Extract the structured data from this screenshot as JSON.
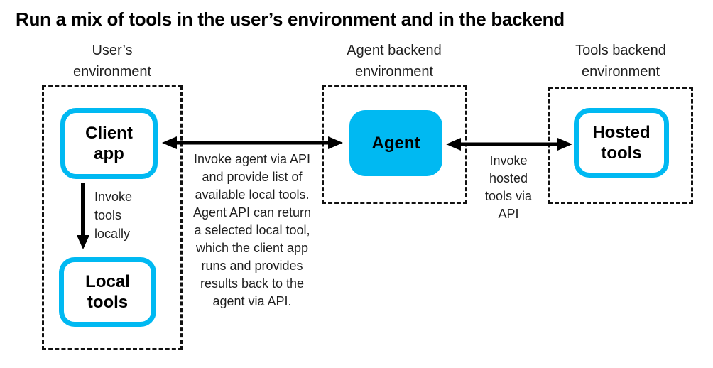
{
  "title": "Run a mix of tools in the user’s environment and in the backend",
  "colors": {
    "accent_cyan": "#00b9f2",
    "arrow_black": "#000000",
    "text": "#1f1f1f"
  },
  "environments": {
    "user": {
      "label": "User’s environment"
    },
    "agent": {
      "label": "Agent backend environment"
    },
    "tools": {
      "label": "Tools backend environment"
    }
  },
  "nodes": {
    "client_app": {
      "label": "Client app"
    },
    "local_tools": {
      "label": "Local tools"
    },
    "agent": {
      "label": "Agent"
    },
    "hosted_tools": {
      "label": "Hosted tools"
    }
  },
  "connections": {
    "client_agent": {
      "label": "Invoke agent via API and provide list of available local tools. Agent API can return a selected local tool, which the client app runs and provides results back to the agent via API."
    },
    "client_local": {
      "label": "Invoke tools locally"
    },
    "agent_hosted": {
      "label": "Invoke hosted tools via API"
    }
  }
}
